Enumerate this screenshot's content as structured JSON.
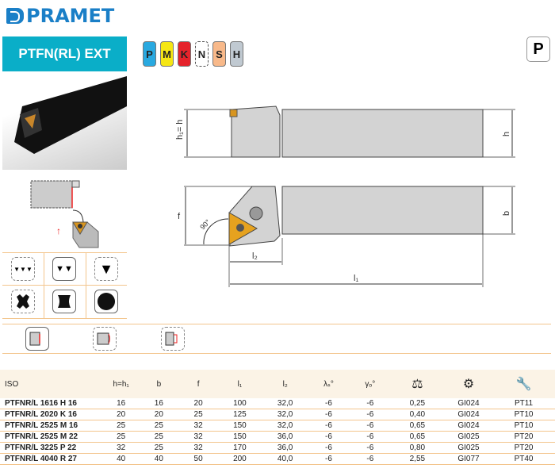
{
  "brand": "PRAMET",
  "title": "PTFN(RL) EXT",
  "materials": [
    {
      "label": "P",
      "color": "#29a9e0"
    },
    {
      "label": "M",
      "color": "#f5e614"
    },
    {
      "label": "K",
      "color": "#e5232b"
    },
    {
      "label": "N",
      "color": "#ffffff"
    },
    {
      "label": "S",
      "color": "#f8b98a"
    },
    {
      "label": "H",
      "color": "#c0c9d1"
    }
  ],
  "application_tag": "P",
  "drawing": {
    "h1h": "h₁= h",
    "h": "h",
    "f": "f",
    "b": "b",
    "angle": "90°",
    "l2": "l₂",
    "l1": "l₁"
  },
  "table": {
    "headers": [
      "ISO",
      "h=h₁",
      "b",
      "f",
      "l₁",
      "l₂",
      "λₛ°",
      "γₒ°",
      "kg-icon",
      "insert-screw-icon",
      "key-icon"
    ],
    "rows": [
      [
        "PTFNR/L 1616 H 16",
        "16",
        "16",
        "20",
        "100",
        "32,0",
        "-6",
        "-6",
        "0,25",
        "GI024",
        "PT11"
      ],
      [
        "PTFNR/L 2020 K 16",
        "20",
        "20",
        "25",
        "125",
        "32,0",
        "-6",
        "-6",
        "0,40",
        "GI024",
        "PT10"
      ],
      [
        "PTFNR/L 2525 M 16",
        "25",
        "25",
        "32",
        "150",
        "32,0",
        "-6",
        "-6",
        "0,65",
        "GI024",
        "PT10"
      ],
      [
        "PTFNR/L 2525 M 22",
        "25",
        "25",
        "32",
        "150",
        "36,0",
        "-6",
        "-6",
        "0,65",
        "GI025",
        "PT20"
      ],
      [
        "PTFNR/L 3225 P 22",
        "32",
        "25",
        "32",
        "170",
        "36,0",
        "-6",
        "-6",
        "0,80",
        "GI025",
        "PT20"
      ],
      [
        "PTFNR/L 4040 R 27",
        "40",
        "40",
        "50",
        "200",
        "40,0",
        "-6",
        "-6",
        "2,55",
        "GI077",
        "PT40"
      ]
    ]
  }
}
